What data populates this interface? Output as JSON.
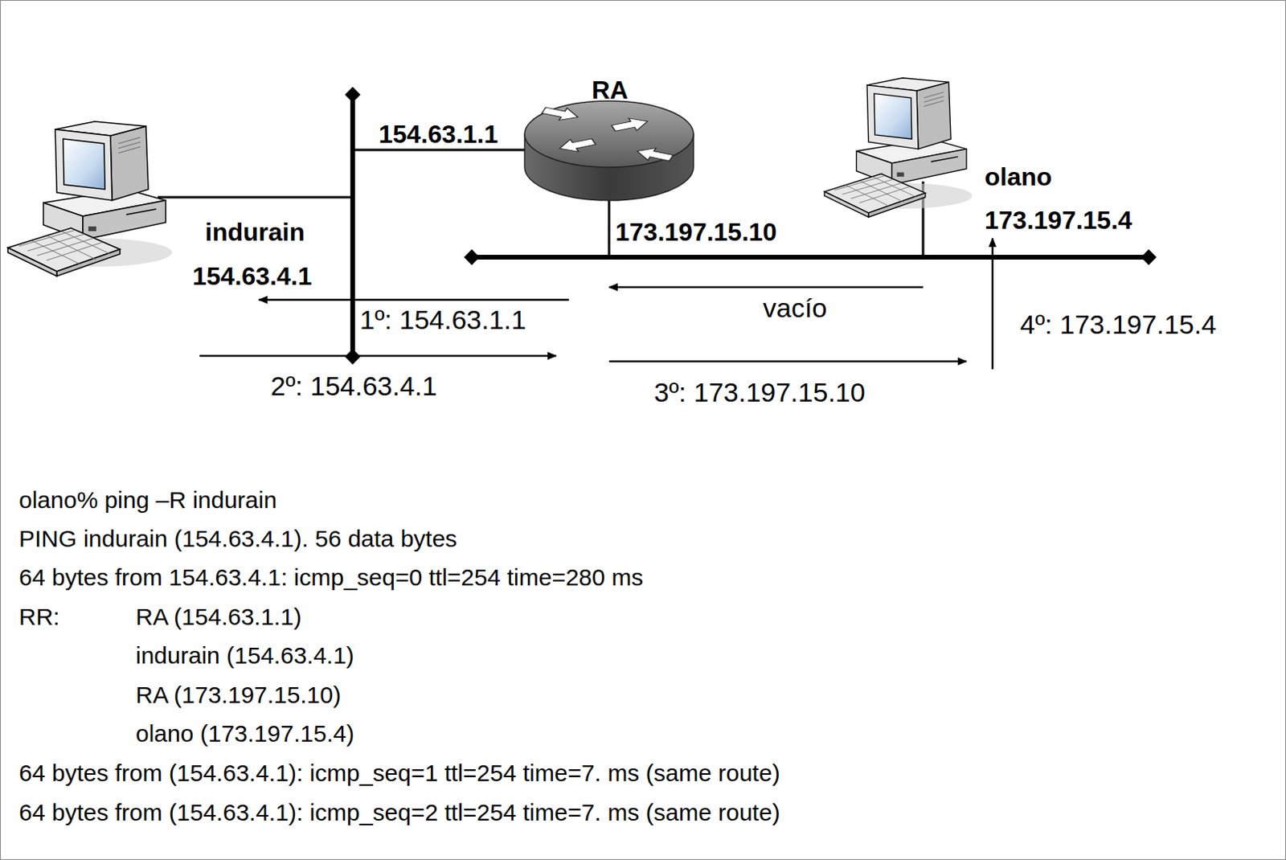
{
  "diagram": {
    "nodes": [
      {
        "text": [
          "indurain",
          "154.63.4.1"
        ]
      },
      {
        "text": [
          "RA"
        ]
      },
      {
        "text": [
          "olano",
          "173.197.15.4"
        ]
      }
    ],
    "labels": [
      "154.63.1.1",
      "173.197.15.10",
      "1º: 154.63.1.1",
      "vacío",
      "2º: 154.63.4.1",
      "3º: 173.197.15.10",
      "4º: 173.197.15.4",
      "olano% ping –R indurain",
      "PING indurain (154.63.4.1). 56 data bytes",
      "64 bytes from 154.63.4.1: icmp_seq=0 ttl=254 time=280 ms",
      "RR:",
      "RA (154.63.1.1)",
      "indurain (154.63.4.1)",
      "RA (173.197.15.10)",
      "olano (173.197.15.4)",
      "64 bytes from (154.63.4.1): icmp_seq=1 ttl=254 time=7. ms (same route)",
      "64 bytes from (154.63.4.1): icmp_seq=2 ttl=254 time=7. ms (same route)"
    ]
  }
}
